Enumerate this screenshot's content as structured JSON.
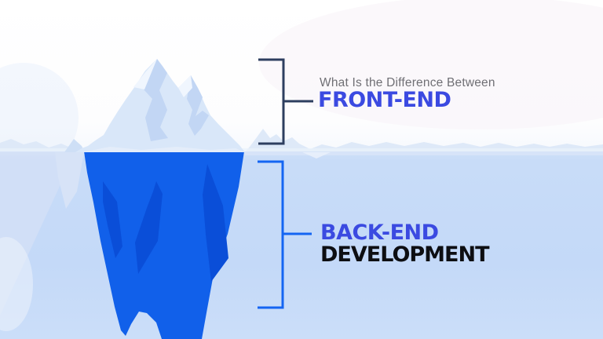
{
  "header": {
    "subtitle": "What Is the Difference Between",
    "front_end_label": "FRONT-END",
    "back_end_label": "BACK-END",
    "development_label": "DEVELOPMENT"
  },
  "illustration": {
    "name": "iceberg-diagram",
    "above_water_section": "FRONT-END",
    "below_water_section": "BACK-END DEVELOPMENT"
  },
  "colors": {
    "accent-text-blue": "#3B4AE1",
    "heading-black": "#0D0E12",
    "subtitle-gray": "#6F6F74",
    "bracket-dark-navy": "#2D3E5F",
    "bracket-bright-blue": "#1465F2",
    "sky-white": "#FFFFFF",
    "water-blue": "#C5DAF8",
    "water-surface-band": "#D8E4F8",
    "horizon-silhouette": "#DEE9F8",
    "iceberg-above-main": "#D9E7F9",
    "iceberg-above-facet": "#C2D6F4",
    "iceberg-above-highlight": "#F0F6FE",
    "iceberg-below-main": "#1160EA",
    "iceberg-below-facet": "#0A4ED8"
  }
}
